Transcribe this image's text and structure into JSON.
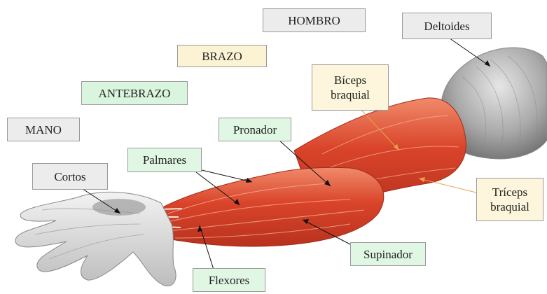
{
  "regions": {
    "hombro": "HOMBRO",
    "brazo": "BRAZO",
    "antebrazo": "ANTEBRAZO",
    "mano": "MANO"
  },
  "muscles": {
    "deltoides": "Deltoides",
    "biceps_line1": "Bíceps",
    "biceps_line2": "braquial",
    "triceps_line1": "Tríceps",
    "triceps_line2": "braquial",
    "pronador": "Pronador",
    "palmares": "Palmares",
    "cortos": "Cortos",
    "supinador": "Supinador",
    "flexores": "Flexores"
  },
  "colors": {
    "region_gray": "#ececec",
    "region_brazo": "#fcf3d4",
    "region_antebrazo": "#daf5de",
    "label_gray": "#ececec",
    "label_cream": "#fdf6dd",
    "label_green": "#e0f7e4",
    "leader_dark": "#111111",
    "leader_orange": "#e8a050",
    "muscle_red": "#d9442a",
    "skin_gray": "#cfcfcf"
  }
}
